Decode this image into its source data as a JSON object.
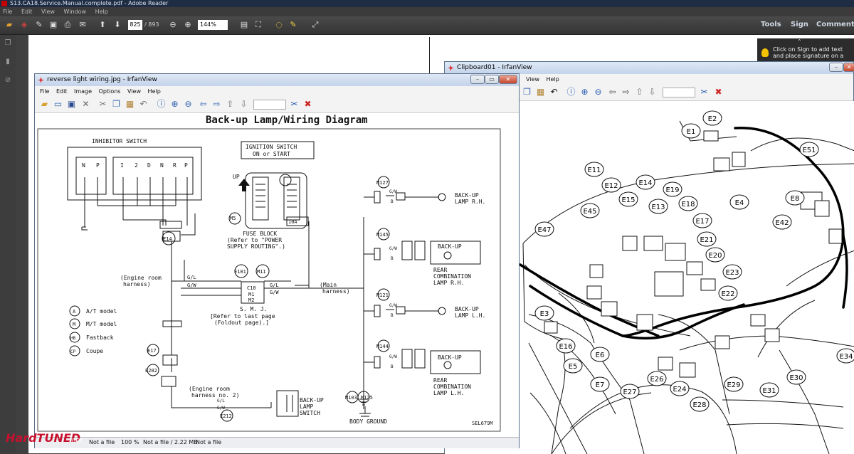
{
  "reader": {
    "title": "S13.CA18.Service.Manual.complete.pdf - Adobe Reader",
    "menu": [
      "File",
      "Edit",
      "View",
      "Window",
      "Help"
    ],
    "page_current": "825",
    "page_total": "/ 893",
    "zoom": "144%",
    "right_buttons": [
      "Tools",
      "Sign",
      "Comment"
    ],
    "sign_tip": "Click on Sign to add text and place signature on a"
  },
  "irfan1": {
    "title": "reverse light wiring.jpg - IrfanView",
    "menu": [
      "File",
      "Edit",
      "Image",
      "Options",
      "View",
      "Help"
    ],
    "status": [
      "Not a file",
      "100 %",
      "Not a file / 2.22 MB",
      "Not a file"
    ]
  },
  "irfan2": {
    "title": "Clipboard01 - IrfanView",
    "menu": [
      "View",
      "Help"
    ]
  },
  "diagram": {
    "title": "Back-up Lamp/Wiring Diagram",
    "inhibitor": "INHIBITOR SWITCH",
    "positions": [
      "N",
      "P",
      "I",
      "2",
      "D",
      "N",
      "R",
      "P"
    ],
    "ign_line1": "IGNITION SWITCH",
    "ign_line2": "ON or START",
    "up": "UP",
    "m5": "M5",
    "fuse_amp": "10A",
    "fuse_block": "FUSE BLOCK",
    "fuse_ref1": "(Refer to \"POWER",
    "fuse_ref2": "SUPPLY ROUTING\".)",
    "e14": "E14",
    "e101": "E101",
    "m11": "M11",
    "engine_room_1": "(Engine room",
    "engine_room_2": "harness)",
    "main_harness_1": "(Main",
    "main_harness_2": "harness)",
    "smj": "S. M. J.",
    "smj_ref1": "[Refer to last page",
    "smj_ref2": "(Foldout page).]",
    "c10": "C10",
    "m1": "M1",
    "m2": "M2",
    "legend": [
      {
        "sym": "A",
        "text": "A/T model"
      },
      {
        "sym": "M",
        "text": "M/T model"
      },
      {
        "sym": "HB",
        "text": "Fastback"
      },
      {
        "sym": "CP",
        "text": "Coupe"
      }
    ],
    "e17": "E17",
    "e202": "E202",
    "e212": "E212",
    "engine_room_no2_1": "(Engine room",
    "engine_room_no2_2": "harness no. 2)",
    "switch_1": "BACK-UP",
    "switch_2": "LAMP",
    "switch_3": "SWITCH",
    "m127": "M127",
    "m145": "M145",
    "m121": "M121",
    "m144": "M144",
    "m103": "M103",
    "m125": "M125",
    "lamp_rh_1": "BACK-UP",
    "lamp_rh_2": "LAMP R.H.",
    "rear_comb_rh_1": "BACK-UP",
    "rear_comb_rh_2": "REAR",
    "rear_comb_rh_3": "COMBINATION",
    "rear_comb_rh_4": "LAMP R.H.",
    "lamp_lh_1": "BACK-UP",
    "lamp_lh_2": "LAMP L.H.",
    "rear_comb_lh_1": "BACK-UP",
    "rear_comb_lh_2": "REAR",
    "rear_comb_lh_3": "COMBINATION",
    "rear_comb_lh_4": "LAMP L.H.",
    "body_ground": "BODY GROUND",
    "wire_gl": "G/L",
    "wire_gw": "G/W",
    "wire_b": "B",
    "code": "SEL679M"
  },
  "harness": {
    "labels": [
      "E2",
      "E1",
      "E51",
      "E11",
      "E12",
      "E14",
      "E15",
      "E13",
      "E19",
      "E18",
      "E4",
      "E8",
      "E45",
      "E47",
      "E42",
      "E17",
      "E21",
      "E20",
      "E23",
      "E22",
      "E3",
      "E16",
      "E6",
      "E5",
      "E7",
      "E27",
      "E26",
      "E24",
      "E28",
      "E29",
      "E31",
      "E30",
      "E34"
    ]
  },
  "watermark": {
    "brand": "HardTUNED",
    "suffix": ".net"
  }
}
